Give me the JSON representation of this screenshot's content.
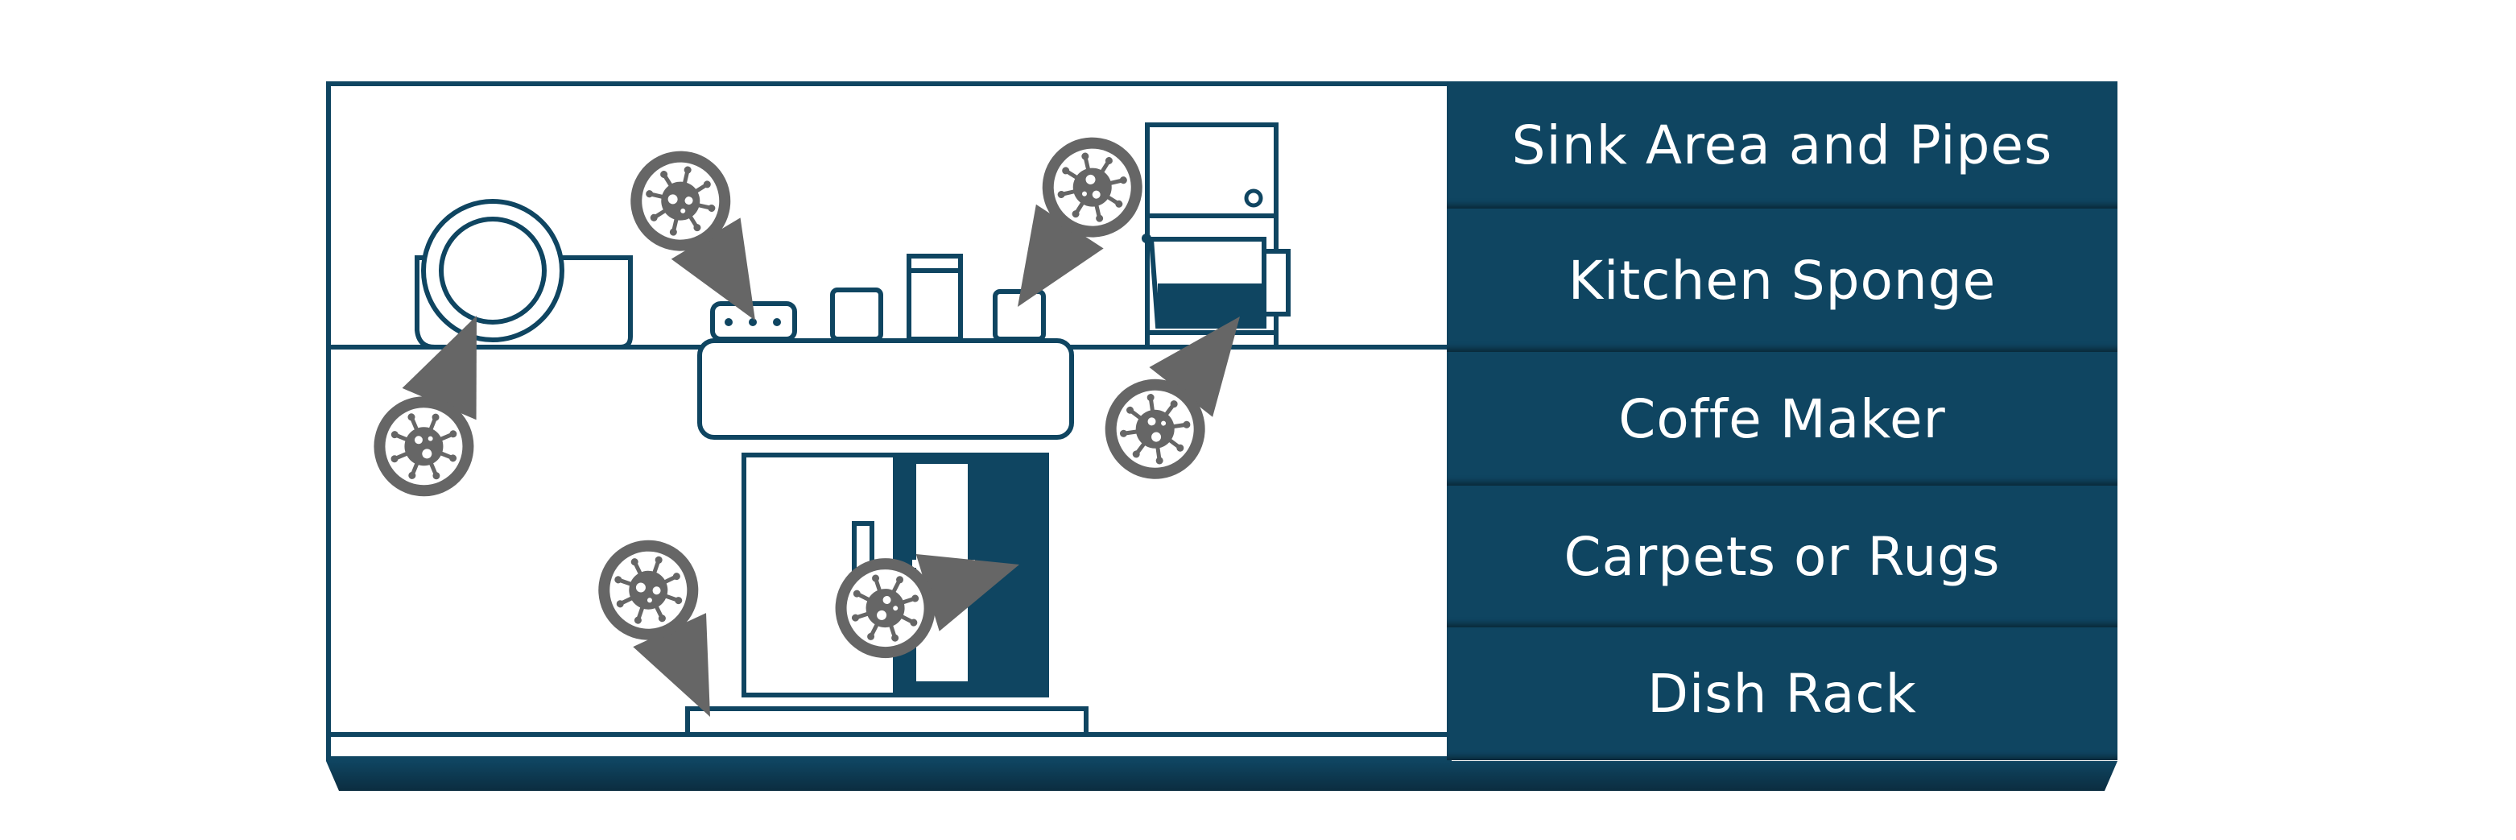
{
  "labels": [
    "Sink Area and Pipes",
    "Kitchen Sponge",
    "Coffe Maker",
    "Carpets or Rugs",
    "Dish Rack"
  ],
  "colors": {
    "navy": "#0f4561",
    "pin_gray": "#666666",
    "background": "#ffffff"
  },
  "icons": {
    "pin": "germ-location-pin-icon",
    "appliance": "coffee-maker-icon",
    "dishes": "dish-rack-icon",
    "sink": "sink-icon",
    "cabinet": "cabinet-icon",
    "rug": "rug-icon"
  }
}
